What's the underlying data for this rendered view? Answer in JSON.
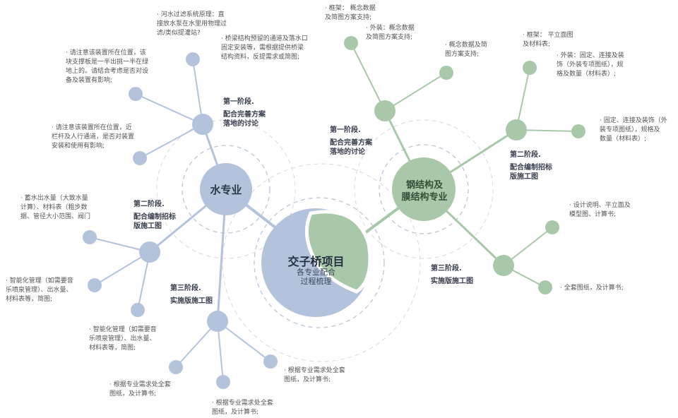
{
  "colors": {
    "blue": "#b4c3dc",
    "green": "#a9c8a9",
    "blue_line": "#b4c3dc",
    "green_line": "#a9c8a9",
    "dash": "#d0d6df"
  },
  "center": {
    "title": "交子桥项目",
    "subtitle": "各专业配合\n过程梳理"
  },
  "water": {
    "title": "水专业",
    "stage1": {
      "title": "第一阶段.",
      "desc": "配合完善方案\n落地的讨论",
      "notes": [
        "· 河水过滤系统原理：直\n接放水泵在水里用物理过\n滤/类似提灌站?",
        "· 桥梁结构预留的通道及落水口\n固定安装等，需根据提供桥梁\n结构资料，反提需求或简图;",
        "· 请注意该装置所在位置，该\n块支撑板是一半出挑一半在绿\n地上的。请结合考虑是否对设\n备及装置有影响;",
        "· 请注意该装置所在位置，近\n栏杆及人行通道，是否对装置\n安装和使用有影响;"
      ]
    },
    "stage2": {
      "title": "第二阶段.",
      "desc": "配合编制招标\n版施工图",
      "notes": [
        "· 蓄水出水量（大致水量\n计算）、材料表（粗步数\n据、管径大小范围、阀门",
        "· 智能化管理（如需要音\n乐喷泉管理）、出水量、\n材料表等，简图;",
        "· 智能化管理（如需要音\n乐喷泉管理）、出水量、\n材料表等，简图;"
      ]
    },
    "stage3": {
      "title": "第三阶段.",
      "desc": "实施版施工图",
      "notes": [
        "· 根据专业需求处全套\n图纸，及计算书;",
        "· 根据专业需求处全套\n图纸，及计算书;",
        "· 根据专业需求处全套\n图纸，及计算书;"
      ]
    }
  },
  "steel": {
    "title": "钢结构及\n膜结构专业",
    "stage1": {
      "title": "第一阶段.",
      "desc": "配合完善方案\n落地的讨论",
      "notes": [
        "· 框架：  概念数据\n及简图方案支持;",
        "· 外装：概念数据\n及简图方案支持;",
        "· 概念数据及简\n图方案支持;"
      ]
    },
    "stage2": {
      "title": "第二阶段.",
      "desc": "配合编制招标\n版施工图",
      "notes": [
        "· 框架：  平立面图\n及材料表;",
        "· 外装：固定、连接及装\n饰（外装专项图纸），规\n格及数量（材料表）;",
        "· 固定、连接及装饰（外\n装专项图纸），规格及\n数量（材料表）;"
      ]
    },
    "stage3": {
      "title": "第三阶段.",
      "desc": "实施版施工图",
      "notes": [
        "· 设计说明、平立面及\n模型图、计算书;",
        "· 全套图纸，及计算书;"
      ]
    }
  }
}
